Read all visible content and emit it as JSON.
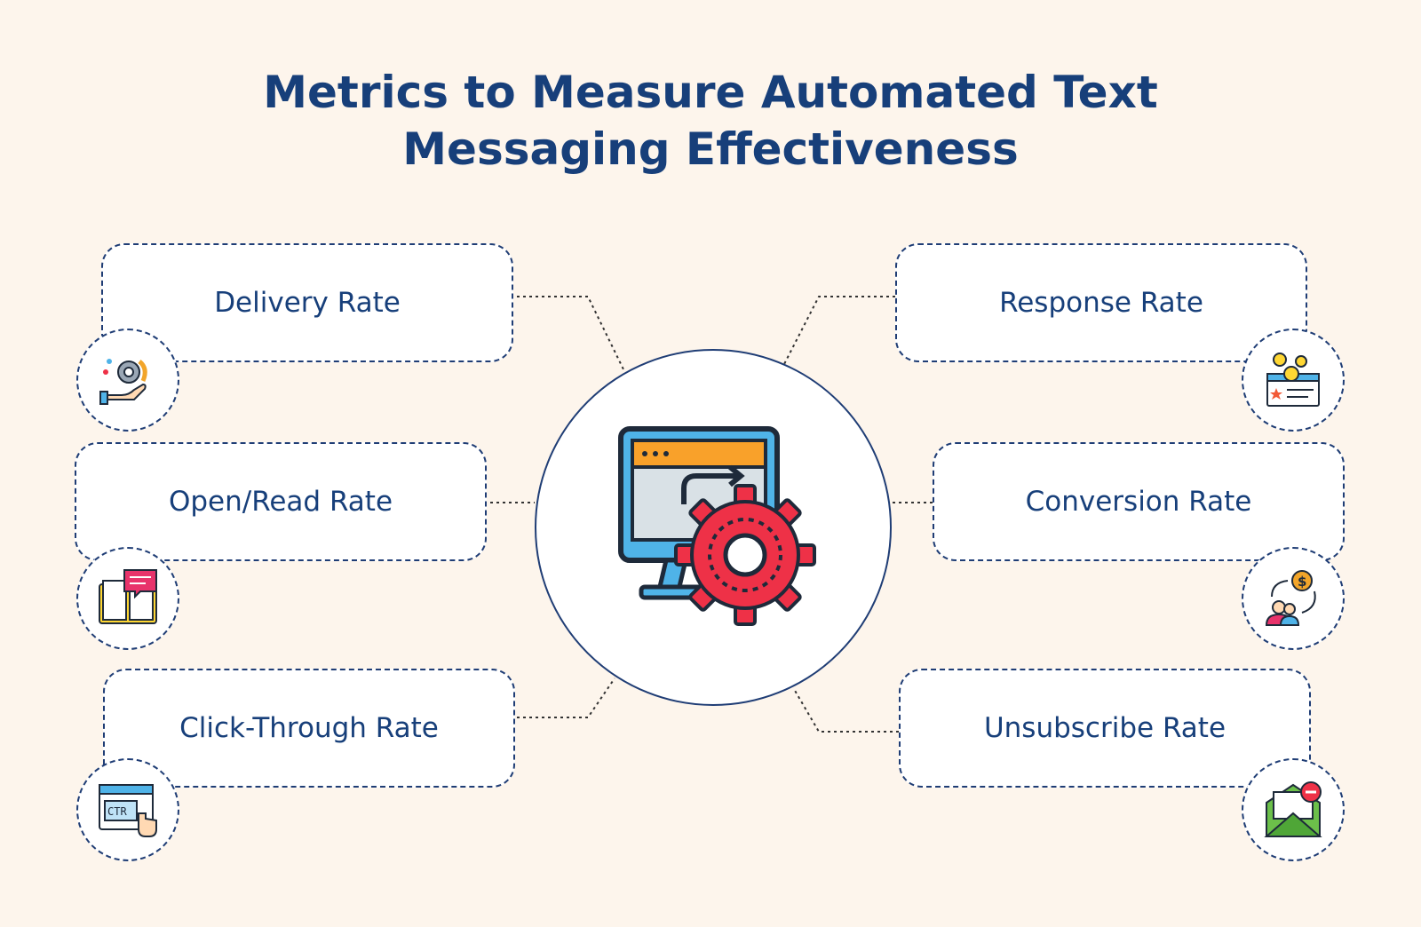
{
  "title": {
    "line1": "Metrics to Measure Automated Text",
    "line2": "Messaging Effectiveness"
  },
  "metrics": {
    "delivery": {
      "label": "Delivery Rate",
      "icon": "hand-gear-icon"
    },
    "open_read": {
      "label": "Open/Read Rate",
      "icon": "book-message-icon"
    },
    "click_through": {
      "label": "Click-Through Rate",
      "icon": "ctr-click-icon"
    },
    "response": {
      "label": "Response Rate",
      "icon": "feedback-smiley-icon"
    },
    "conversion": {
      "label": "Conversion Rate",
      "icon": "user-dollar-conversion-icon"
    },
    "unsubscribe": {
      "label": "Unsubscribe Rate",
      "icon": "envelope-remove-icon"
    }
  },
  "center_icon": "monitor-gear-icon",
  "colors": {
    "background": "#fdf5ec",
    "text": "#173f7a",
    "outline": "#1f3d75",
    "gear": "#ee3147",
    "accent_orange": "#f9a12a",
    "accent_blue": "#4fb3e8"
  }
}
